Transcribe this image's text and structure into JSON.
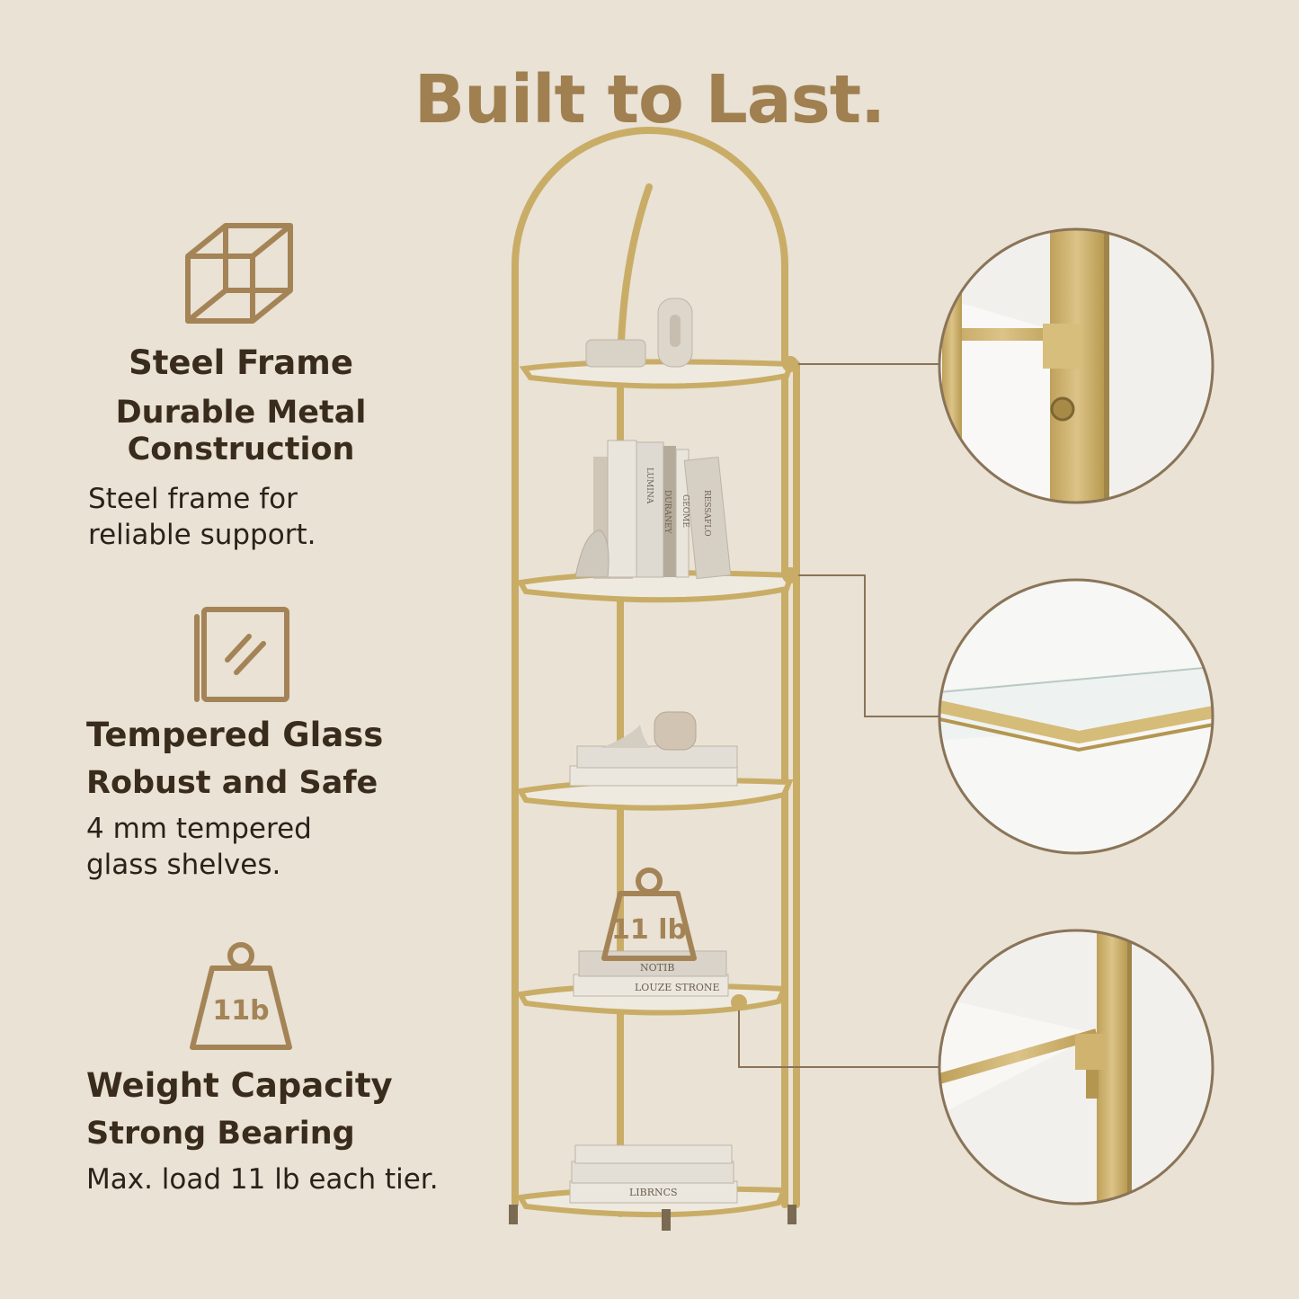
{
  "headline": "Built to Last.",
  "colors": {
    "background": "#e9e2d5",
    "gold": "#c9ad67",
    "title": "#a07f50",
    "icon": "#a48456",
    "text": "#3a2c1d"
  },
  "features": [
    {
      "icon": "steel-frame-cube-icon",
      "title": "Steel Frame",
      "subtitle": "Durable Metal\nConstruction",
      "description": "Steel frame for\nreliable support."
    },
    {
      "icon": "tempered-glass-pane-icon",
      "title": "Tempered Glass",
      "subtitle": "Robust and Safe",
      "description": "4 mm tempered\nglass shelves."
    },
    {
      "icon": "weight-capacity-icon",
      "icon_label": "11b",
      "title": "Weight Capacity",
      "subtitle": "Strong Bearing",
      "description": "Max. load 11 lb each tier."
    }
  ],
  "shelf_weight_badge": "11 lb",
  "shelf_tiers": 5,
  "book_spines": [
    "LUMINA",
    "DURANEY",
    "GEOME",
    "RESSAFLO",
    "NOTIB",
    "LOUZE STRONE",
    "LIBRNCS"
  ]
}
